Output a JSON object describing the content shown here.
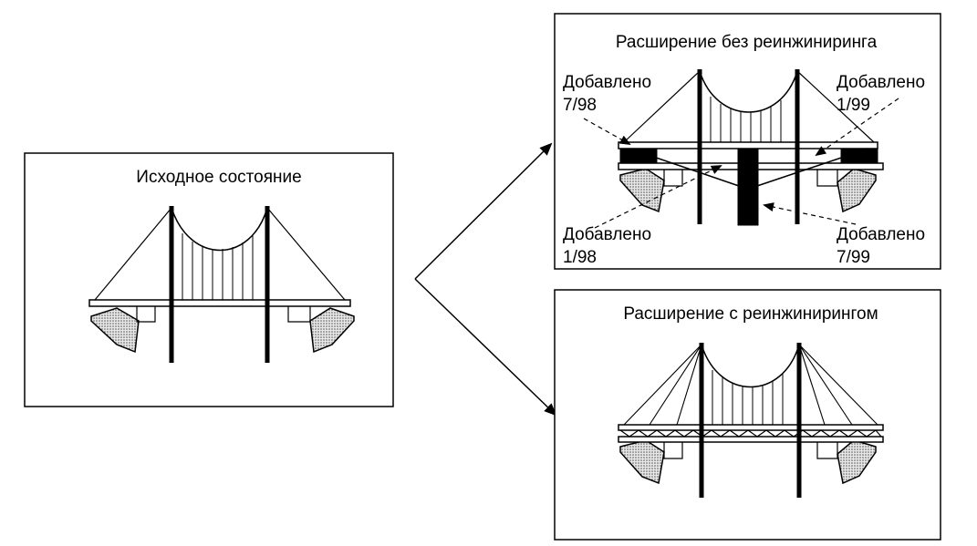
{
  "panels": {
    "original": {
      "title": "Исходное состояние"
    },
    "without_reengineering": {
      "title": "Расширение без реинжиниринга",
      "annotations": [
        {
          "line1": "Добавлено",
          "line2": "7/98"
        },
        {
          "line1": "Добавлено",
          "line2": "1/99"
        },
        {
          "line1": "Добавлено",
          "line2": "1/98"
        },
        {
          "line1": "Добавлено",
          "line2": "7/99"
        }
      ]
    },
    "with_reengineering": {
      "title": "Расширение с реинжинирингом"
    }
  },
  "colors": {
    "ink": "#000000",
    "rock_fill": "#c8c8c8",
    "background": "#ffffff"
  }
}
